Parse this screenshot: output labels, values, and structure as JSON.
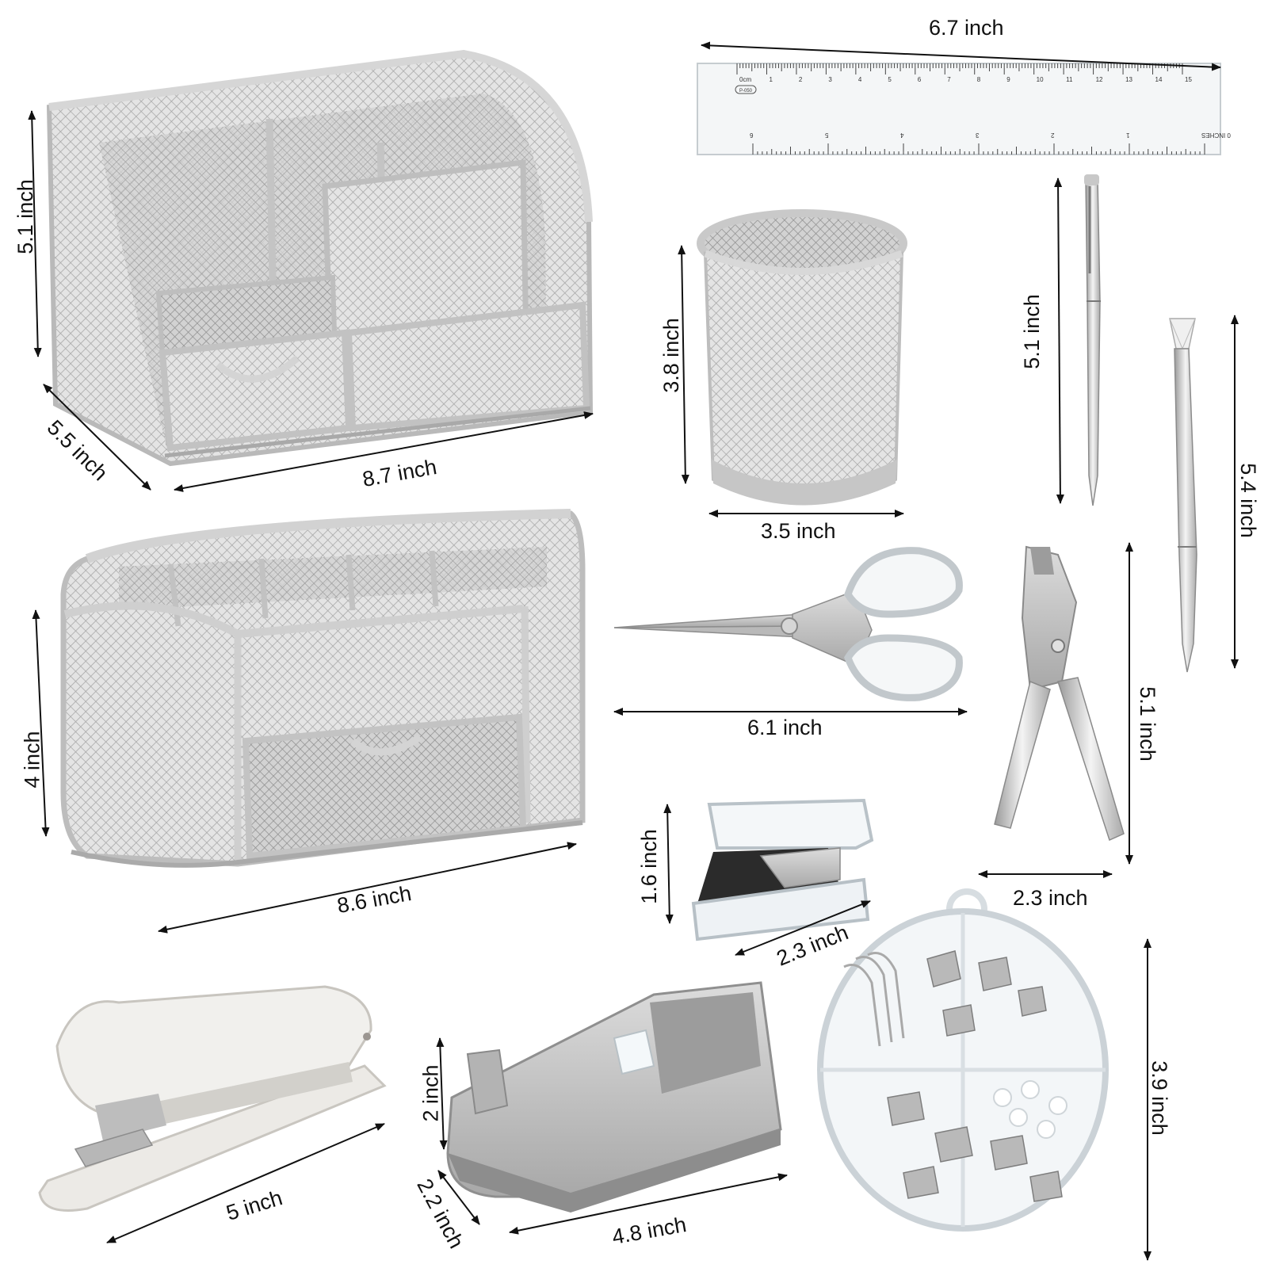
{
  "colors": {
    "background": "#ffffff",
    "arrow": "#111111",
    "silver": "#c9c9c9",
    "silver_dark": "#8f8f8f",
    "clear_plastic": "#eef3f6",
    "stapler_white": "#ecebe8"
  },
  "dimensions": {
    "organizer_height": "5.1 inch",
    "organizer_depth": "5.5 inch",
    "organizer_width": "8.7 inch",
    "caddy_height": "4 inch",
    "caddy_width": "8.6 inch",
    "ruler_length": "6.7 inch",
    "pen_cup_height": "3.8 inch",
    "pen_cup_width": "3.5 inch",
    "pen_length": "5.1 inch",
    "crystal_pen_length": "5.4 inch",
    "scissors_length": "6.1 inch",
    "punch_length": "5.1 inch",
    "punch_width": "2.3 inch",
    "remover_height": "1.6 inch",
    "remover_width": "2.3 inch",
    "stapler_length": "5 inch",
    "dispenser_height": "2 inch",
    "dispenser_depth": "2.2 inch",
    "dispenser_length": "4.8 inch",
    "clip_box_height": "3.9 inch"
  },
  "ruler": {
    "cm_scale": [
      "0cm",
      "1",
      "2",
      "3",
      "4",
      "5",
      "6",
      "7",
      "8",
      "9",
      "10",
      "11",
      "12",
      "13",
      "14",
      "15"
    ],
    "inch_scale": [
      "6",
      "5",
      "4",
      "3",
      "2",
      "1",
      "0 INCHES"
    ],
    "model": "P-050"
  }
}
